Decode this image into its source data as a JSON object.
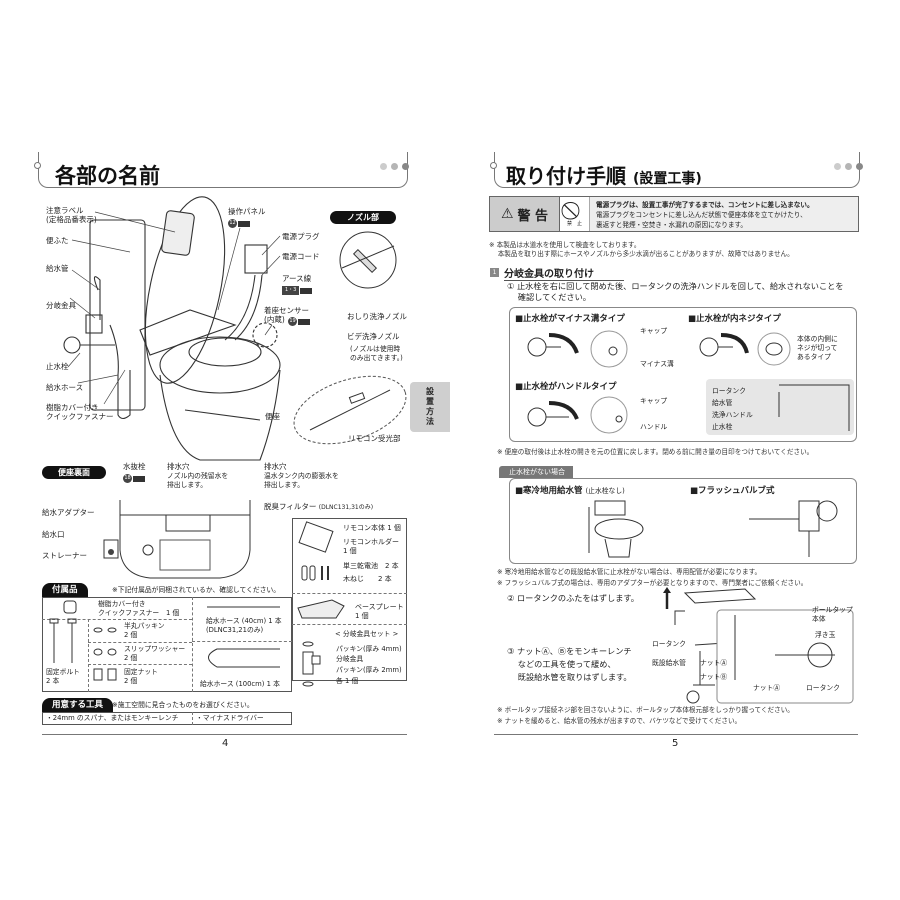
{
  "left_page": {
    "title": "各部の名前",
    "page_number": "4",
    "side_tab": "設置方法",
    "parts_labels": [
      {
        "text": "注意ラベル\n(定格品番表示)"
      },
      {
        "text": "便ふた"
      },
      {
        "text": "給水管"
      },
      {
        "text": "分岐金具"
      },
      {
        "text": "止水栓"
      },
      {
        "text": "給水ホース"
      },
      {
        "text": "樹脂カバー付き\nクイックファスナー"
      },
      {
        "text": "操作パネル"
      },
      {
        "text": "電源プラグ"
      },
      {
        "text": "電源コード"
      },
      {
        "text": "アース線"
      },
      {
        "text": "着座センサー\n(内蔵)"
      },
      {
        "text": "便座"
      },
      {
        "text": "リモコン受光部"
      }
    ],
    "ref_badges": {
      "panel": "12",
      "earth": "1・3",
      "sensor": "19",
      "drain": "18"
    },
    "nozzle_section": {
      "title": "ノズル部",
      "labels": [
        "おしり洗浄ノズル",
        "ビデ洗浄ノズル",
        "(ノズルは使用時\nのみ出てきます。)"
      ]
    },
    "underside_section": {
      "title": "便座裏面",
      "labels": {
        "drain_plug": "水抜栓",
        "drain_hole_1": "排水穴",
        "drain_hole_1_desc": "ノズル内の残留水を\n排出します。",
        "drain_hole_2": "排水穴",
        "drain_hole_2_desc": "温水タンク内の膨張水を\n排出します。",
        "deodorizer": "脱臭フィルター",
        "deodorizer_note": "(DLNC131,31のみ)",
        "water_adapter": "給水アダプター",
        "water_inlet": "給水口",
        "strainer": "ストレーナー"
      }
    },
    "remote_box": {
      "items": [
        "リモコン本体 1 個",
        "リモコンホルダー\n1 個",
        "単三乾電池　2 本",
        "木ねじ　　2 本"
      ],
      "base_plate": "ベースプレート\n1 個",
      "branch_set_title": "< 分岐金具セット >",
      "branch_set_items": [
        "パッキン(厚み 4mm)",
        "分岐金具",
        "パッキン(厚み 2mm)",
        "各 1 個"
      ]
    },
    "accessories": {
      "title": "付属品",
      "note": "※下記付属品が同梱されているか、確認してください。",
      "items": {
        "fastener": "樹脂カバー付き\nクイックファスナー　1 個",
        "half_packing": "半丸パッキン\n2 個",
        "slip_washer": "スリップワッシャー\n2 個",
        "fixing_nut": "固定ナット\n2 個",
        "fixing_bolt": "固定ボルト\n2 本",
        "hose_40": "給水ホース (40cm) 1 本\n(DLNC31,21のみ)",
        "hose_100": "給水ホース (100cm) 1 本"
      }
    },
    "tools": {
      "title": "用意する工具",
      "note": "※施工空間に見合ったものをお選びください。",
      "items": [
        "・24mm のスパナ、またはモンキーレンチ",
        "・マイナスドライバー"
      ]
    }
  },
  "right_page": {
    "title": "取り付け手順",
    "title_suffix": "(設置工事)",
    "page_number": "5",
    "warning": {
      "label": "警 告",
      "prohibit": "禁　止",
      "headline": "電源プラグは、設置工事が完了するまでは、コンセントに差し込まない。",
      "body": "電源プラグをコンセントに差し込んだ状態で便座本体を立てかけたり、\n裏返すと発煙・空焚き・水漏れの原因になります。"
    },
    "notice": "※ 本製品は水道水を使用して検査をしております。\n　 本製品を取り出す際にホースやノズルから多少水滴が出ることがありますが、故障ではありません。",
    "section1": {
      "number": "1",
      "title": "分岐金具の取り付け",
      "step1": "① 止水栓を右に回して閉めた後、ロータンクの洗浄ハンドルを回して、給水されないことを\n　 確認してください。",
      "types": [
        {
          "title": "■止水栓がマイナス溝タイプ",
          "labels": [
            "キャップ",
            "マイナス溝"
          ]
        },
        {
          "title": "■止水栓が内ネジタイプ",
          "labels": [
            "本体の内側に\nネジが切って\nあるタイプ"
          ]
        },
        {
          "title": "■止水栓がハンドルタイプ",
          "labels": [
            "キャップ",
            "ハンドル"
          ]
        }
      ],
      "tank_labels": [
        "ロータンク",
        "給水管",
        "洗浄ハンドル",
        "止水栓"
      ],
      "after_note": "※ 便座の取付後は止水栓の開きを元の位置に戻します。閉める前に開き量の目印をつけておいてください。"
    },
    "no_valve": {
      "tab": "止水栓がない場合",
      "left_title": "■寒冷地用給水管",
      "left_suffix": "(止水栓なし)",
      "right_title": "■フラッシュバルブ式",
      "notes": [
        "※ 寒冷地用給水管などの既設給水管に止水栓がない場合は、専用配管が必要になります。",
        "※ フラッシュバルブ式の場合は、専用のアダプターが必要となりますので、専門業者にご依頼ください。"
      ]
    },
    "step2": "② ロータンクのふたをはずします。",
    "step3": "③ ナットⒶ、Ⓑをモンキーレンチ\n　 などの工具を使って緩め、\n　 既設給水管を取りはずします。",
    "step3_labels": [
      "ロータンク",
      "既設給水管",
      "ナットⒶ",
      "ナットⒷ"
    ],
    "detail_labels": [
      "ボールタップ\n本体",
      "浮き玉",
      "ナットⒶ",
      "ロータンク"
    ],
    "final_notes": [
      "※ ボールタップ接続ネジ部を回さないように、ボールタップ本体根元部をしっかり握ってください。",
      "※ ナットを緩めると、給水管の残水が出ますので、バケツなどで受けてください。"
    ]
  }
}
